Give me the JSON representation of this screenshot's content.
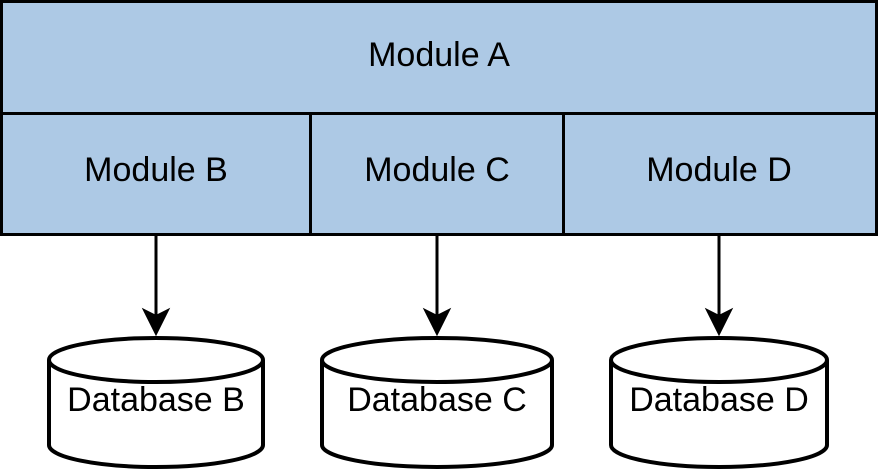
{
  "colors": {
    "module_fill": "#adc9e5",
    "stroke": "#000000",
    "database_fill": "#ffffff",
    "background": "#ffffff"
  },
  "modules": {
    "top": {
      "label": "Module A"
    },
    "children": [
      {
        "label": "Module B"
      },
      {
        "label": "Module C"
      },
      {
        "label": "Module D"
      }
    ]
  },
  "databases": [
    {
      "label": "Database B"
    },
    {
      "label": "Database C"
    },
    {
      "label": "Database D"
    }
  ],
  "connections": [
    {
      "from": "Module B",
      "to": "Database B"
    },
    {
      "from": "Module C",
      "to": "Database C"
    },
    {
      "from": "Module D",
      "to": "Database D"
    }
  ]
}
